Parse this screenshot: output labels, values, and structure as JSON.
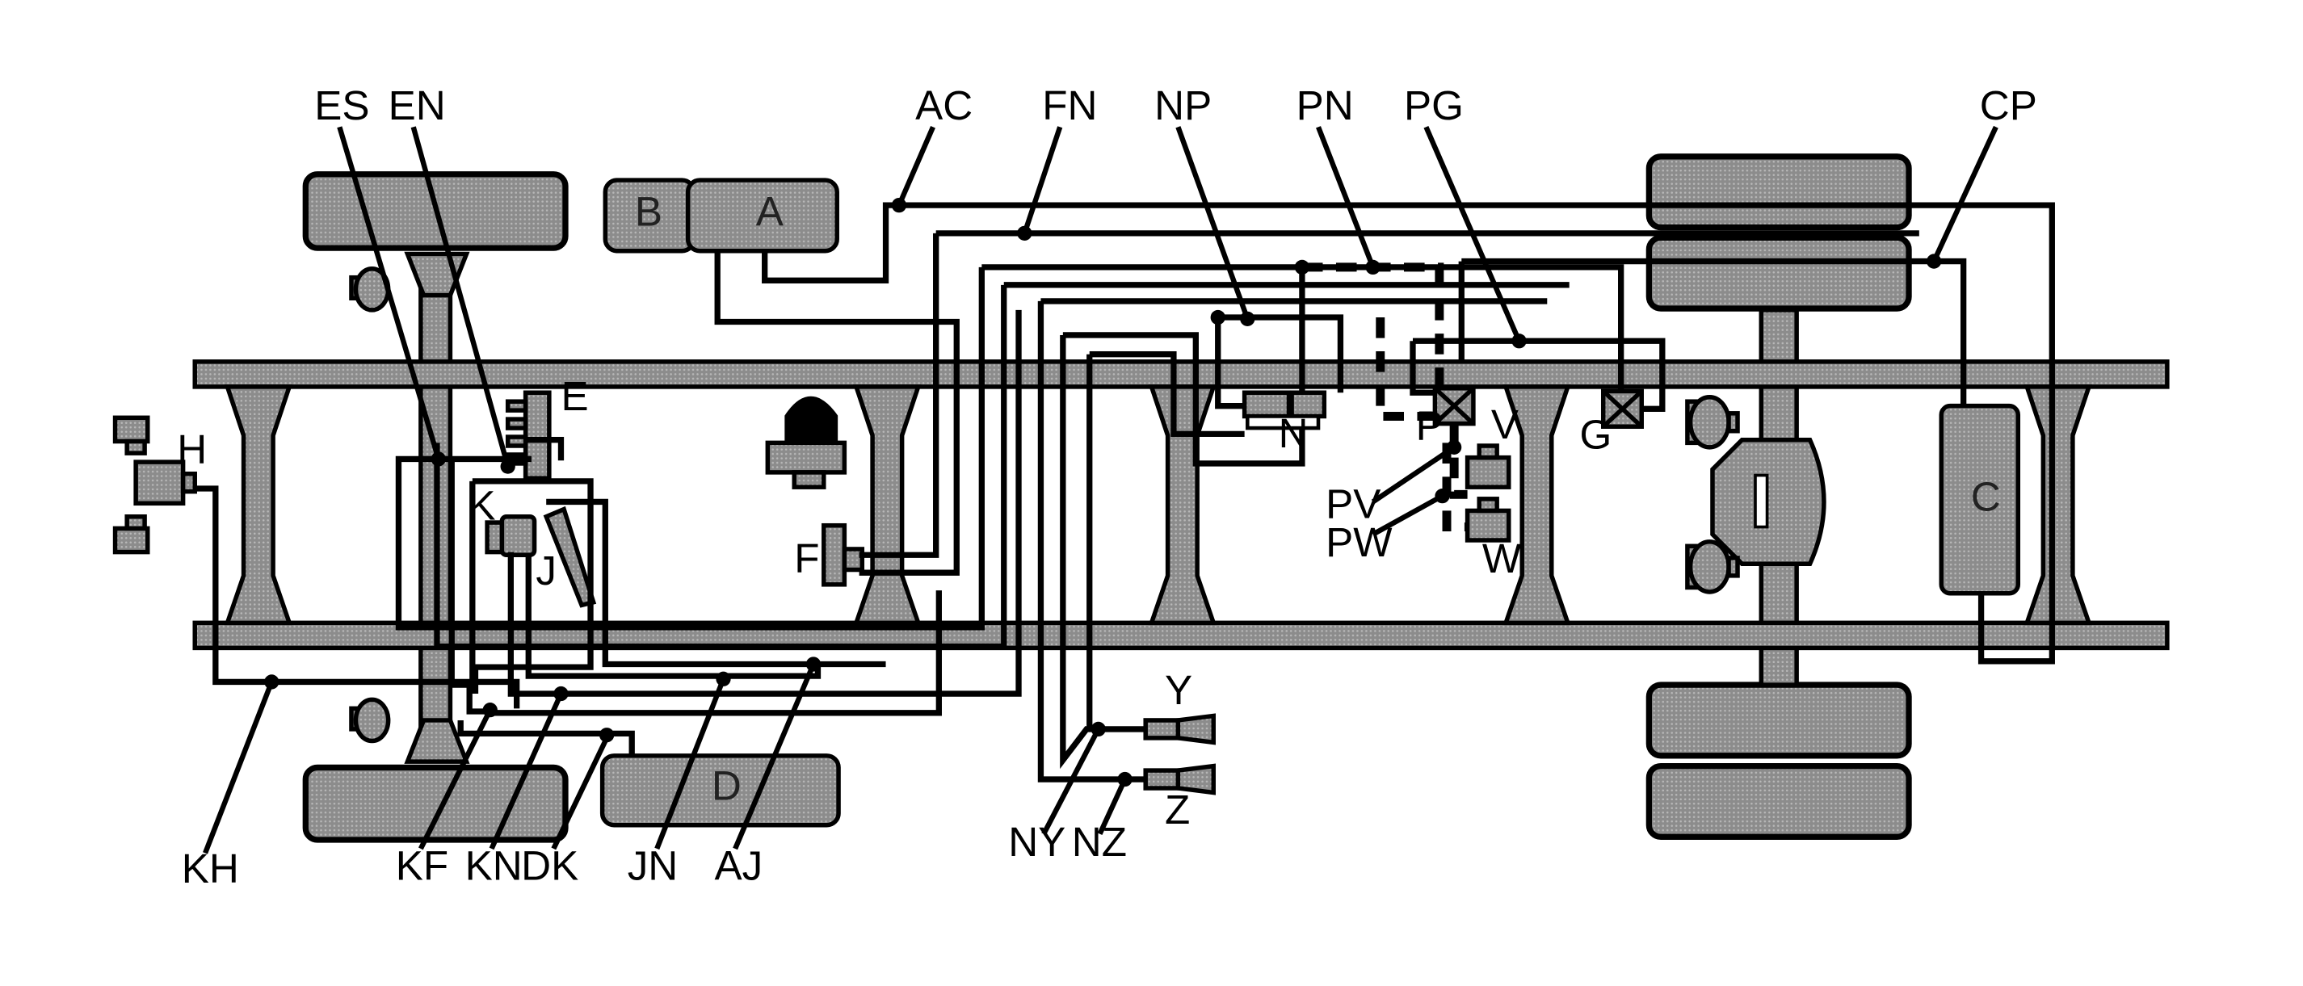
{
  "colors": {
    "line": "#000000",
    "component_fill": "#8c8c8c",
    "background": "#ffffff"
  },
  "callouts": {
    "ES": "ES",
    "EN": "EN",
    "AC": "AC",
    "FN": "FN",
    "NP": "NP",
    "PN": "PN",
    "PG": "PG",
    "CP": "CP",
    "PV": "PV",
    "PW": "PW",
    "KH": "KH",
    "KF": "KF",
    "KN": "KN",
    "DK": "DK",
    "JN": "JN",
    "AJ": "AJ",
    "NY": "NY",
    "NZ": "NZ"
  },
  "components": {
    "A": "A",
    "B": "B",
    "C": "C",
    "D": "D",
    "E": "E",
    "F": "F",
    "G": "G",
    "H": "H",
    "J": "J",
    "K": "K",
    "N": "N",
    "P": "P",
    "V": "V",
    "W": "W",
    "Y": "Y",
    "Z": "Z"
  }
}
